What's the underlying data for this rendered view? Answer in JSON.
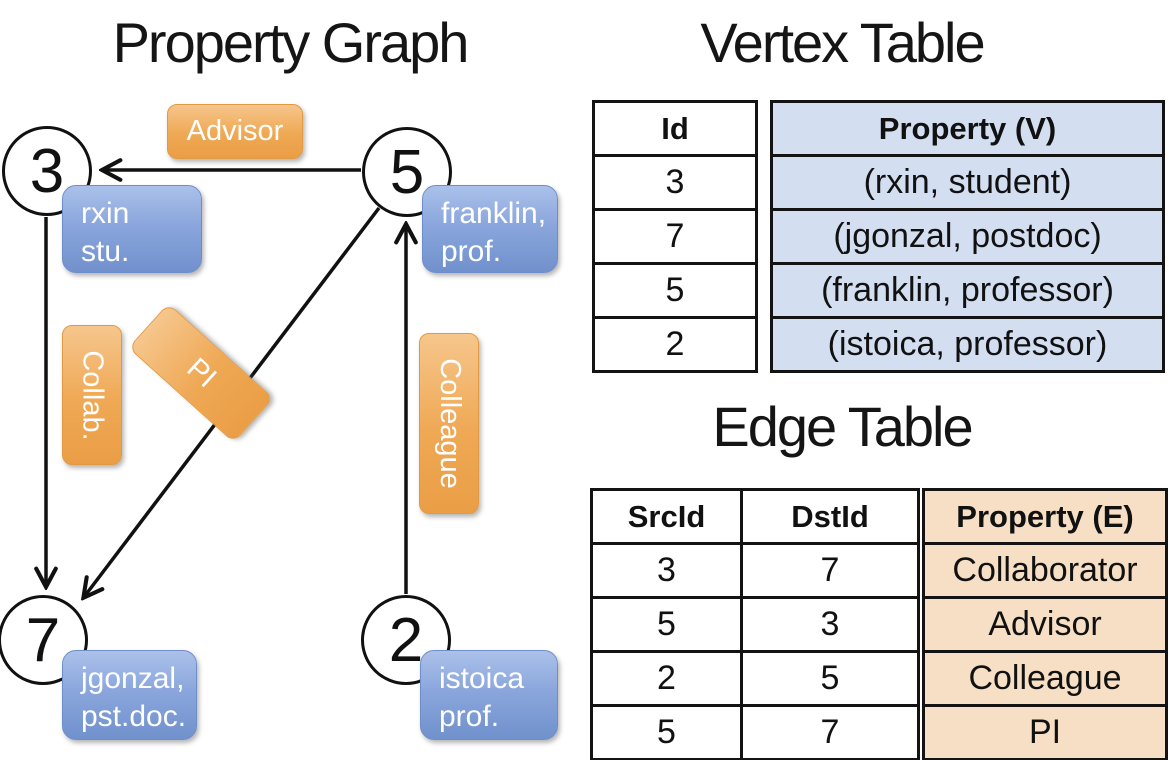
{
  "titles": {
    "graph": "Property Graph",
    "vertex": "Vertex Table",
    "edge": "Edge Table"
  },
  "graph": {
    "nodes": {
      "n3": {
        "id": "3",
        "prop_line1": "rxin",
        "prop_line2": "stu."
      },
      "n5": {
        "id": "5",
        "prop_line1": "franklin,",
        "prop_line2": "prof."
      },
      "n7": {
        "id": "7",
        "prop_line1": "jgonzal,",
        "prop_line2": "pst.doc."
      },
      "n2": {
        "id": "2",
        "prop_line1": "istoica",
        "prop_line2": "prof."
      }
    },
    "edge_labels": {
      "advisor": "Advisor",
      "collab": "Collab.",
      "pi": "PI",
      "colleague": "Colleague"
    }
  },
  "vertex_table": {
    "headers": {
      "id": "Id",
      "property": "Property (V)"
    },
    "rows": [
      {
        "id": "3",
        "property": "(rxin, student)"
      },
      {
        "id": "7",
        "property": "(jgonzal, postdoc)"
      },
      {
        "id": "5",
        "property": "(franklin, professor)"
      },
      {
        "id": "2",
        "property": "(istoica, professor)"
      }
    ]
  },
  "edge_table": {
    "headers": {
      "src": "SrcId",
      "dst": "DstId",
      "property": "Property (E)"
    },
    "rows": [
      {
        "src": "3",
        "dst": "7",
        "property": "Collaborator"
      },
      {
        "src": "5",
        "dst": "3",
        "property": "Advisor"
      },
      {
        "src": "2",
        "dst": "5",
        "property": "Colleague"
      },
      {
        "src": "5",
        "dst": "7",
        "property": "PI"
      }
    ]
  },
  "colors": {
    "edge_label_fill": "#efa854",
    "vertex_prop_fill": "#8aa6dc",
    "vertex_cell_fill": "#d3def1",
    "edge_cell_fill": "#f6dfc4",
    "line": "#111111",
    "background": "#ffffff"
  }
}
